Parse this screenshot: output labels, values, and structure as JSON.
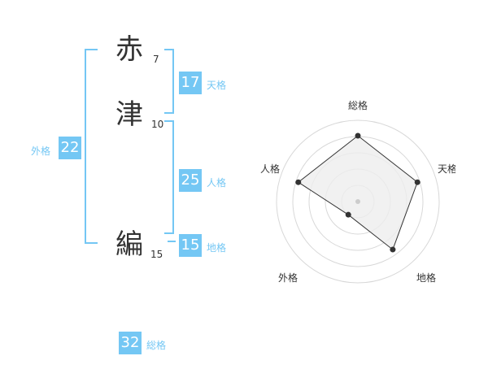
{
  "name_chars": [
    {
      "char": "赤",
      "strokes": "7"
    },
    {
      "char": "津",
      "strokes": "10"
    },
    {
      "char": "編",
      "strokes": "15"
    }
  ],
  "kaku": {
    "tenkaku": {
      "value": "17",
      "label": "天格"
    },
    "jinkaku": {
      "value": "25",
      "label": "人格"
    },
    "chikaku": {
      "value": "15",
      "label": "地格"
    },
    "gaikaku": {
      "value": "22",
      "label": "外格"
    },
    "soukaku": {
      "value": "32",
      "label": "総格"
    }
  },
  "radar": {
    "axes": [
      "総格",
      "天格",
      "地格",
      "外格",
      "人格"
    ],
    "values": [
      0.81,
      0.77,
      0.73,
      0.2,
      0.77
    ],
    "colors": {
      "fill": "#eeeeee",
      "line": "#333333",
      "ring": "#d8d8d8"
    }
  }
}
